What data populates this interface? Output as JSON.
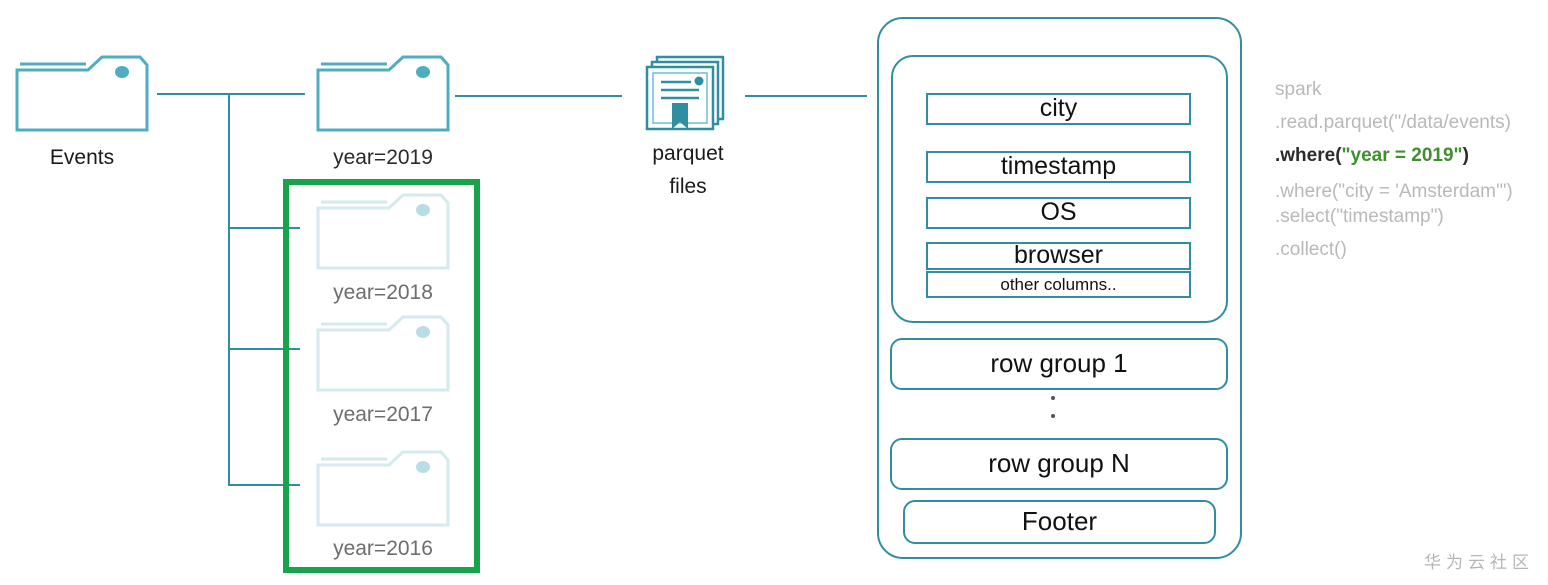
{
  "diagram": {
    "title": "Spark parquet partition pruning diagram",
    "colors": {
      "teal": "#2f8fa0",
      "folder_stroke": "#4fadc0",
      "folder_faded": "#d9ecef",
      "green_highlight": "#16a34a",
      "code_dim": "#b9b9b9",
      "code_literal_green": "#3f8f2f",
      "watermark": "#b6b6b6"
    },
    "nodes": [
      {
        "id": "events",
        "label": "Events",
        "state": "active",
        "icon": "folder-icon"
      },
      {
        "id": "year2019",
        "label": "year=2019",
        "state": "active",
        "icon": "folder-icon"
      },
      {
        "id": "year2018",
        "label": "year=2018",
        "state": "pruned",
        "icon": "folder-icon"
      },
      {
        "id": "year2017",
        "label": "year=2017",
        "state": "pruned",
        "icon": "folder-icon"
      },
      {
        "id": "year2016",
        "label": "year=2016",
        "state": "pruned",
        "icon": "folder-icon"
      },
      {
        "id": "parquet",
        "label": "parquet\nfiles",
        "label_line1": "parquet",
        "label_line2": "files",
        "state": "active",
        "icon": "parquet-files-icon"
      }
    ],
    "highlight_box": {
      "name": "pruned-partitions-highlight",
      "color": "#16a34a"
    }
  },
  "parquet_file": {
    "columns": [
      {
        "name": "city"
      },
      {
        "name": "timestamp"
      },
      {
        "name": "OS"
      },
      {
        "name": "browser"
      },
      {
        "name": "other columns.."
      }
    ],
    "row_groups": [
      {
        "label": "row group 1"
      },
      {
        "label": "row group N"
      }
    ],
    "ellipsis": "vertical-ellipsis",
    "footer": {
      "label": "Footer"
    }
  },
  "code": {
    "lines": [
      {
        "text": "spark",
        "highlight": false
      },
      {
        "text": ".read.parquet(\"/data/events)",
        "highlight": false
      },
      {
        "text": ".where(",
        "highlight": true,
        "literal": "\"year = 2019\"",
        "suffix": ")"
      },
      {
        "text": ".where(\"city = 'Amsterdam'\")",
        "highlight": false
      },
      {
        "text": ".select(\"timestamp\")",
        "highlight": false
      },
      {
        "text": ".collect()",
        "highlight": false
      }
    ]
  },
  "watermark": {
    "text": "华为云社区"
  }
}
